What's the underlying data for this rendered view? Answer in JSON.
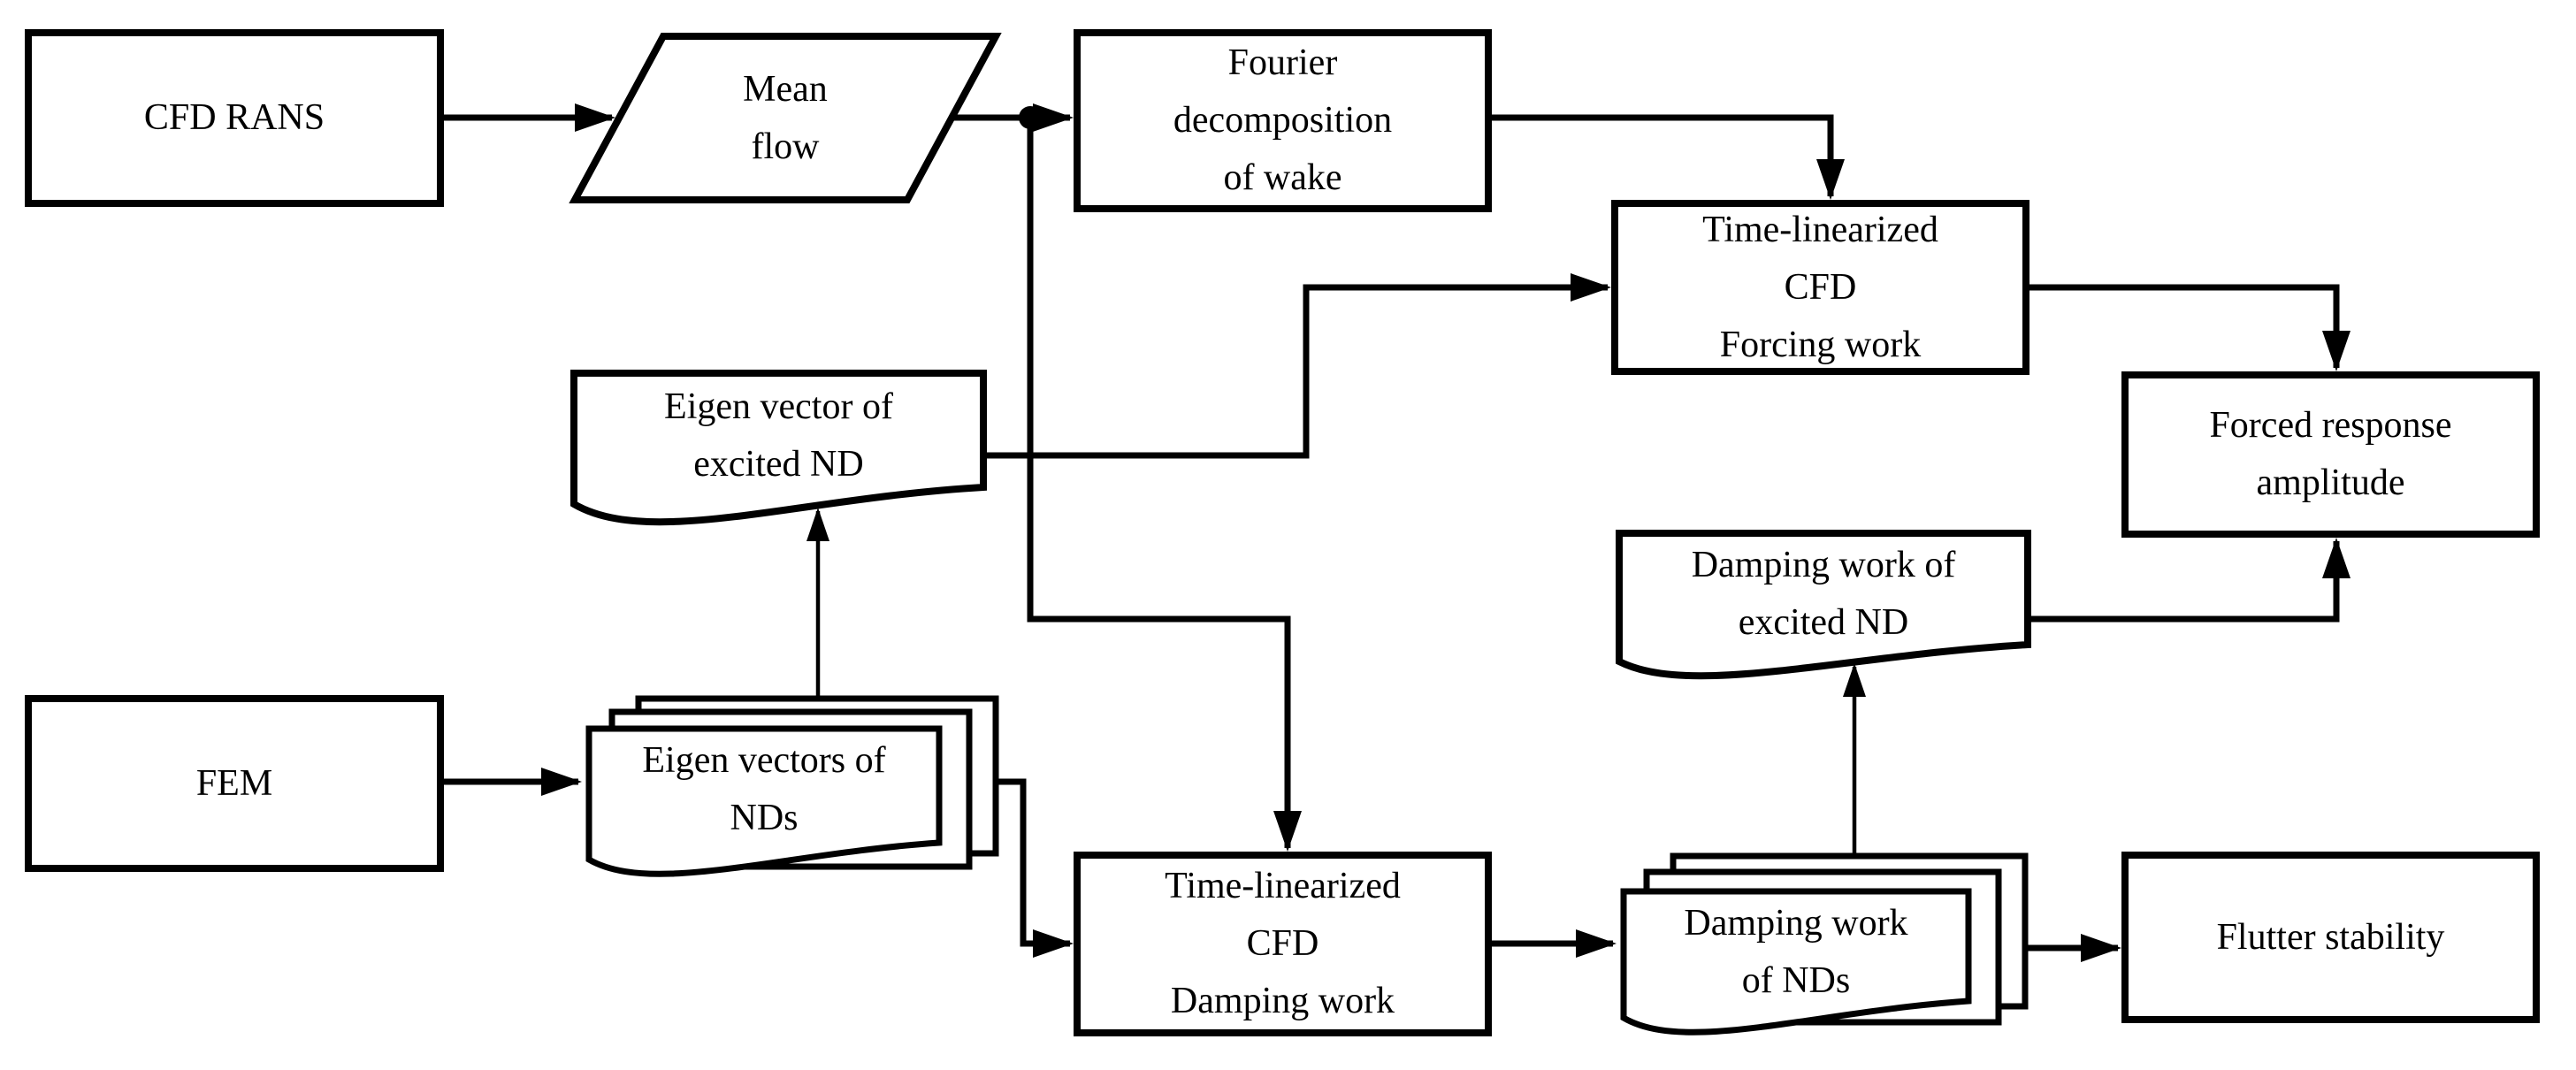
{
  "diagram": {
    "type": "flowchart",
    "background_color": "#ffffff",
    "line_color": "#000000",
    "nodes": {
      "cfd_rans": {
        "label": "CFD RANS",
        "shape": "rectangle"
      },
      "mean_flow": {
        "label": "Mean\nflow",
        "shape": "parallelogram"
      },
      "fourier": {
        "label": "Fourier\ndecomposition\nof wake",
        "shape": "rectangle"
      },
      "forcing_cfd": {
        "label": "Time-linearized\nCFD\nForcing work",
        "shape": "rectangle"
      },
      "forced_response": {
        "label": "Forced response\namplitude",
        "shape": "rectangle"
      },
      "excited_nd": {
        "label": "Eigen vector of\nexcited ND",
        "shape": "document"
      },
      "fem": {
        "label": "FEM",
        "shape": "rectangle"
      },
      "nds_vectors": {
        "label": "Eigen vectors of\nNDs",
        "shape": "document-stack"
      },
      "damping_cfd": {
        "label": "Time-linearized\nCFD\nDamping work",
        "shape": "rectangle"
      },
      "damping_excited": {
        "label": "Damping work of\nexcited ND",
        "shape": "document"
      },
      "damping_nds": {
        "label": "Damping work\nof NDs",
        "shape": "document-stack"
      },
      "flutter": {
        "label": "Flutter stability",
        "shape": "rectangle"
      }
    },
    "edges": [
      {
        "from": "cfd_rans",
        "to": "mean_flow"
      },
      {
        "from": "mean_flow",
        "to": "fourier"
      },
      {
        "from": "mean_flow",
        "to": "damping_cfd"
      },
      {
        "from": "fourier",
        "to": "forcing_cfd"
      },
      {
        "from": "excited_nd",
        "to": "forcing_cfd"
      },
      {
        "from": "forcing_cfd",
        "to": "forced_response"
      },
      {
        "from": "damping_excited",
        "to": "forced_response"
      },
      {
        "from": "fem",
        "to": "nds_vectors"
      },
      {
        "from": "nds_vectors",
        "to": "excited_nd"
      },
      {
        "from": "nds_vectors",
        "to": "damping_cfd"
      },
      {
        "from": "damping_cfd",
        "to": "damping_nds"
      },
      {
        "from": "damping_nds",
        "to": "damping_excited"
      },
      {
        "from": "damping_nds",
        "to": "flutter"
      }
    ]
  }
}
